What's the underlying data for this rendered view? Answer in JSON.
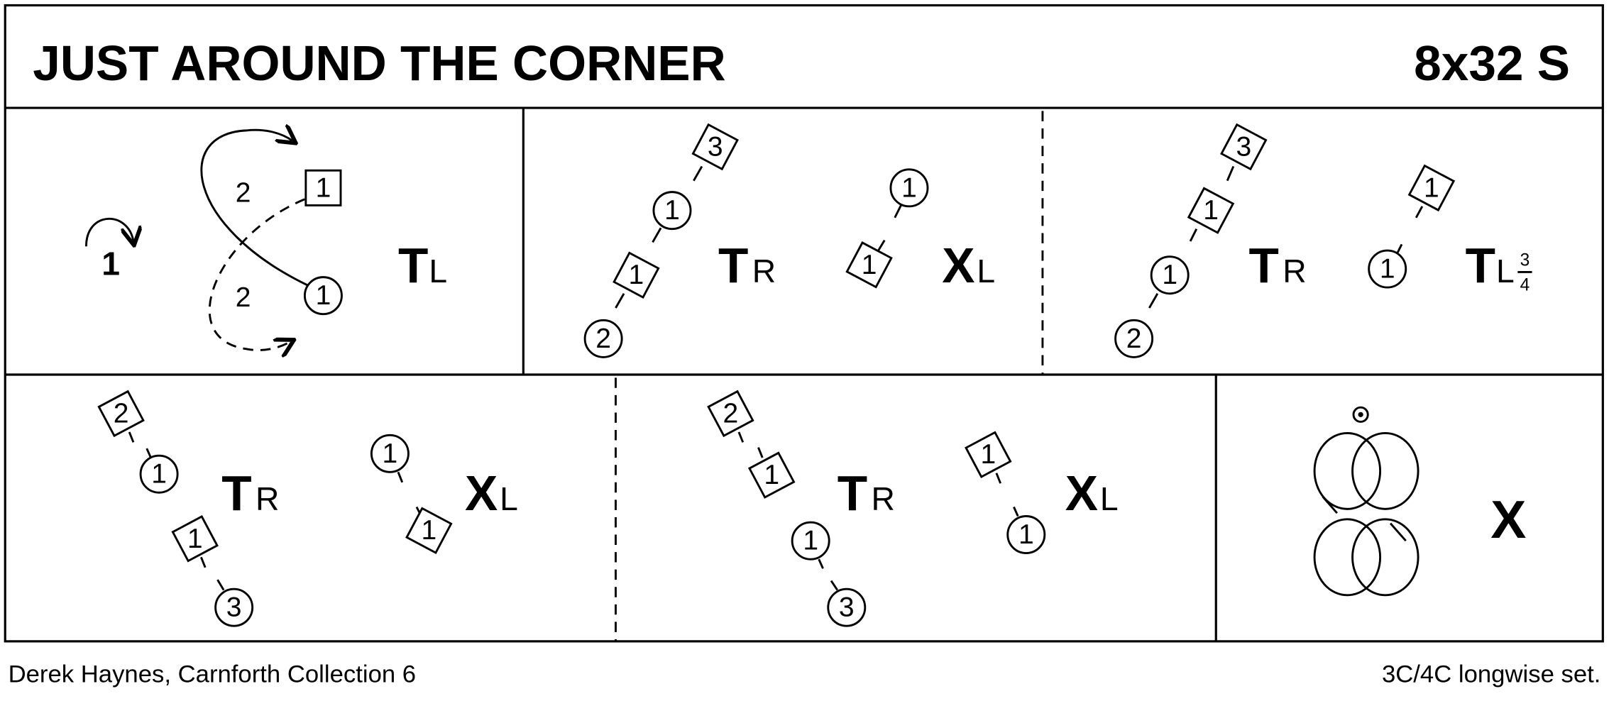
{
  "title": "JUST AROUND THE CORNER",
  "format": "8x32 S",
  "footer": {
    "left": "Derek Haynes, Carnforth Collection 6",
    "right": "3C/4C longwise set."
  },
  "bars": [
    {
      "step": "1",
      "cast_counts": [
        "2",
        "2"
      ],
      "dancers": [
        "1",
        "1"
      ],
      "figure": "T",
      "hand": "L"
    },
    {
      "dancers": [
        "3",
        "1",
        "1",
        "2"
      ],
      "figure": "T",
      "hand": "R",
      "dancers2": [
        "1",
        "1"
      ],
      "figure2": "X",
      "hand2": "L"
    },
    {
      "dancers": [
        "3",
        "1",
        "1",
        "2"
      ],
      "figure": "T",
      "hand": "R",
      "dancers2": [
        "1",
        "1"
      ],
      "figure2": "T",
      "hand2": "L",
      "fraction_num": "3",
      "fraction_den": "4"
    },
    {
      "dancers": [
        "2",
        "1",
        "1",
        "3"
      ],
      "figure": "T",
      "hand": "R",
      "dancers2": [
        "1",
        "1"
      ],
      "figure2": "X",
      "hand2": "L"
    },
    {
      "dancers": [
        "2",
        "1",
        "1",
        "3"
      ],
      "figure": "T",
      "hand": "R",
      "dancers2": [
        "1",
        "1"
      ],
      "figure2": "X",
      "hand2": "L"
    },
    {
      "figure": "X"
    }
  ]
}
